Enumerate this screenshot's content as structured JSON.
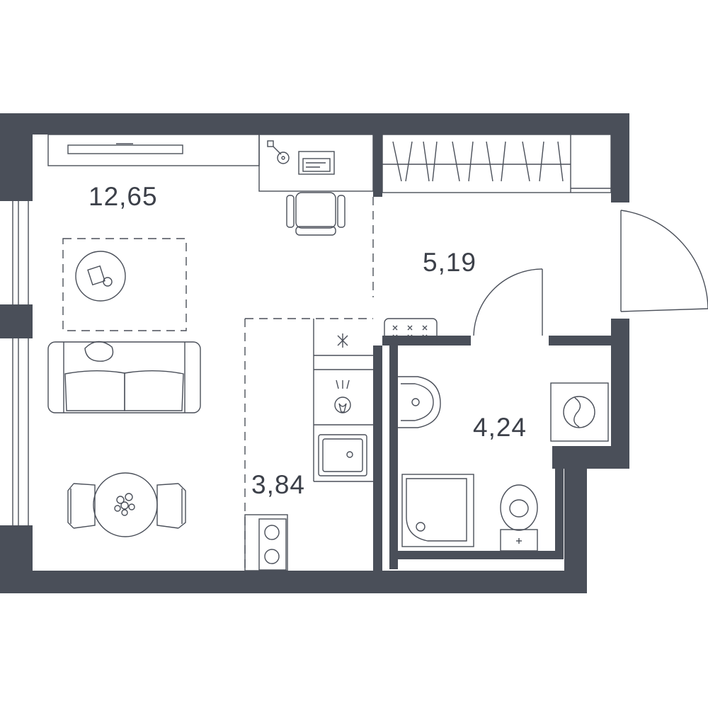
{
  "rooms": {
    "living": {
      "area": "12,65"
    },
    "hall": {
      "area": "5,19"
    },
    "kitchen": {
      "area": "3,84"
    },
    "bathroom": {
      "area": "4,24"
    }
  },
  "colors": {
    "wall": "#4a4f59",
    "line": "#4a4f59",
    "label": "#3c4049",
    "background": "#ffffff"
  },
  "icons": [
    "tv-icon",
    "laptop-icon",
    "lamp-icon",
    "office-chair-icon",
    "rug-icon",
    "coffee-table-icon",
    "sofa-icon",
    "dining-table-icon",
    "chair-icon",
    "wardrobe-icon",
    "door-icon",
    "shoe-mat-icon",
    "fridge-icon",
    "hood-icon",
    "sink-icon",
    "cooktop-icon",
    "washbasin-icon",
    "shower-icon",
    "toilet-icon",
    "washing-machine-icon"
  ]
}
